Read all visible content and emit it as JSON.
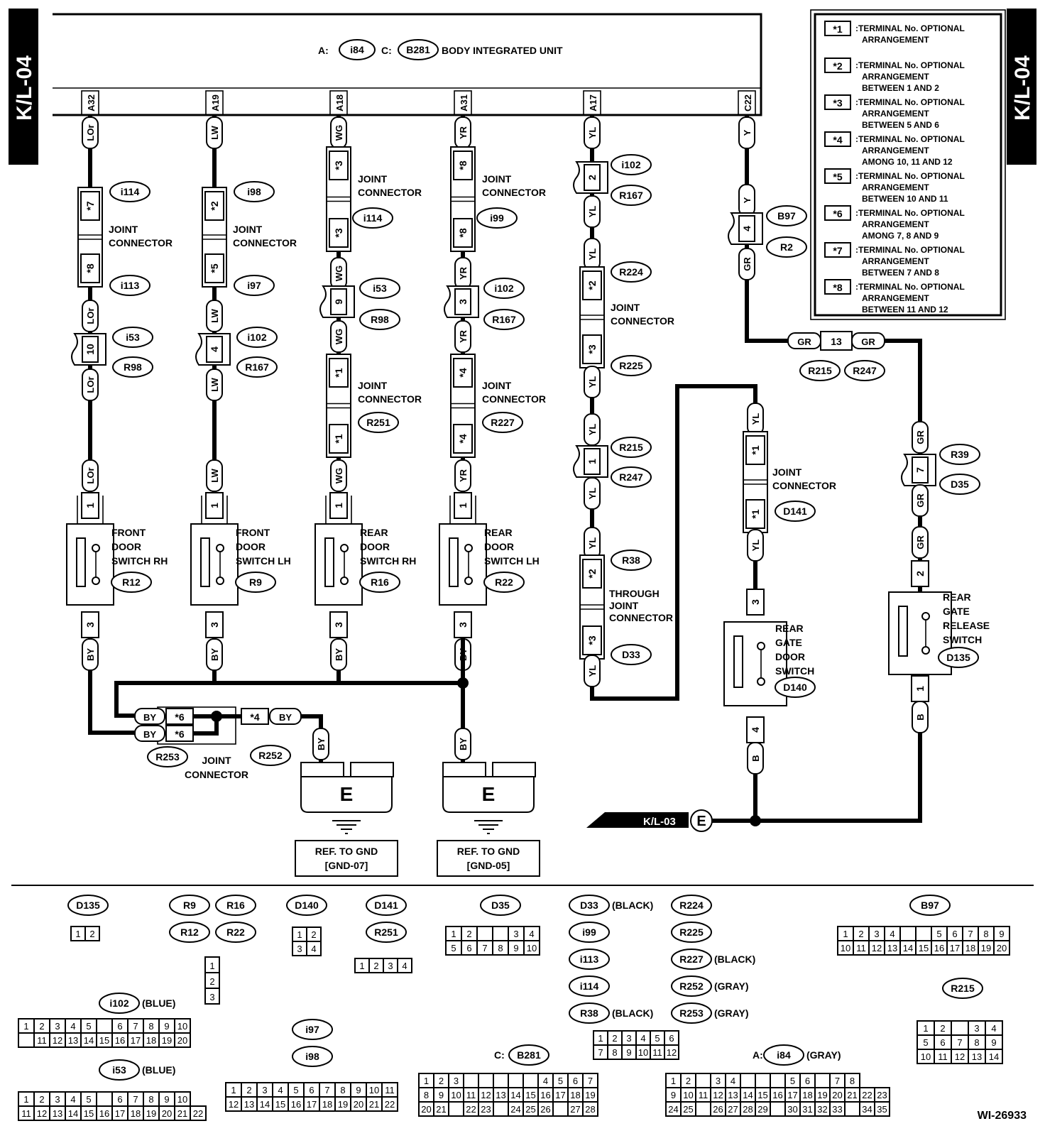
{
  "page": {
    "side_tag": "K/L-04",
    "figure_id": "WI-26933"
  },
  "unit": {
    "a_prefix": "A:",
    "a_conn": "i84",
    "c_prefix": "C:",
    "c_conn": "B281",
    "name": "BODY INTEGRATED UNIT"
  },
  "legend": [
    {
      "star": "*1",
      "text": [
        "TERMINAL No. OPTIONAL",
        "ARRANGEMENT"
      ]
    },
    {
      "star": "*2",
      "text": [
        "TERMINAL No. OPTIONAL",
        "ARRANGEMENT",
        "BETWEEN 1 AND 2"
      ]
    },
    {
      "star": "*3",
      "text": [
        "TERMINAL No. OPTIONAL",
        "ARRANGEMENT",
        "BETWEEN 5 AND 6"
      ]
    },
    {
      "star": "*4",
      "text": [
        "TERMINAL No. OPTIONAL",
        "ARRANGEMENT",
        "AMONG 10, 11 AND 12"
      ]
    },
    {
      "star": "*5",
      "text": [
        "TERMINAL No. OPTIONAL",
        "ARRANGEMENT",
        "BETWEEN 10 AND 11"
      ]
    },
    {
      "star": "*6",
      "text": [
        "TERMINAL No. OPTIONAL",
        "ARRANGEMENT",
        "AMONG 7, 8 AND 9"
      ]
    },
    {
      "star": "*7",
      "text": [
        "TERMINAL No. OPTIONAL",
        "ARRANGEMENT",
        "BETWEEN 7 AND 8"
      ]
    },
    {
      "star": "*8",
      "text": [
        "TERMINAL No. OPTIONAL",
        "ARRANGEMENT",
        "BETWEEN 11 AND 12"
      ]
    }
  ],
  "circuits": [
    {
      "pin": "A32",
      "top_color": "LOr",
      "jc_top": "*7",
      "jc_bot": "*8",
      "jc_top_id": "i114",
      "jc_bot_id": "i113",
      "jc_label": "JOINT CONNECTOR",
      "mid_color": "LOr",
      "inline_pin": "10",
      "inline_a": "i53",
      "inline_b": "R98",
      "sw_color": "LOr",
      "switch": "FRONT DOOR SWITCH RH",
      "switch_id": "R12",
      "ground_pin": "3",
      "ground_color": "BY"
    },
    {
      "pin": "A19",
      "top_color": "LW",
      "jc_top": "*2",
      "jc_bot": "*5",
      "jc_top_id": "i98",
      "jc_bot_id": "i97",
      "jc_label": "JOINT CONNECTOR",
      "mid_color": "LW",
      "inline_pin": "4",
      "inline_a": "i102",
      "inline_b": "R167",
      "sw_color": "LW",
      "switch": "FRONT DOOR SWITCH LH",
      "switch_id": "R9",
      "ground_pin": "3",
      "ground_color": "BY"
    },
    {
      "pin": "A18",
      "top_color": "WG",
      "jc_top": "*3",
      "jc_bot": "*3",
      "jc_id": "i114",
      "jc_label": "JOINT CONNECTOR",
      "mid_color": "WG",
      "inline_pin": "9",
      "inline_a": "i53",
      "inline_b": "R98",
      "jc2_top": "*1",
      "jc2_bot": "*1",
      "jc2_id": "R251",
      "sw_color": "WG",
      "switch": "REAR DOOR SWITCH RH",
      "switch_id": "R16",
      "ground_pin": "3",
      "ground_color": "BY"
    },
    {
      "pin": "A31",
      "top_color": "YR",
      "jc_top": "*8",
      "jc_bot": "*8",
      "jc_id": "i99",
      "jc_label": "JOINT CONNECTOR",
      "mid_color": "YR",
      "inline_pin": "3",
      "inline_a": "i102",
      "inline_b": "R167",
      "jc2_top": "*4",
      "jc2_bot": "*4",
      "jc2_id": "R227",
      "sw_color": "YR",
      "switch": "REAR DOOR SWITCH LH",
      "switch_id": "R22",
      "ground_pin": "3",
      "ground_color": "BY"
    }
  ],
  "yl_circuit": {
    "pin": "A17",
    "color": "YL",
    "c1_pin": "2",
    "c1_a": "i102",
    "c1_b": "R167",
    "jc_top": "*2",
    "jc_bot": "*3",
    "jc_a": "R224",
    "jc_b": "R225",
    "jc_label": "JOINT CONNECTOR",
    "c2_pin": "1",
    "c2_a": "R215",
    "c2_b": "R247",
    "tjc_top": "*2",
    "tjc_bot": "*3",
    "tjc_a": "R38",
    "tjc_b": "D33",
    "tjc_label": "THROUGH JOINT CONNECTOR"
  },
  "y_circuit": {
    "pin": "C22",
    "color": "Y",
    "c1_pin": "4",
    "c1_a": "B97",
    "c1_b": "R2",
    "color2": "GR",
    "c2_pin": "13",
    "c2_a": "R215",
    "c2_b": "R247",
    "c3_pin": "7",
    "c3_a": "R39",
    "c3_b": "D35",
    "sw_pin": "2",
    "switch": "REAR GATE RELEASE SWITCH",
    "switch_id": "D135",
    "gnd_pin": "1",
    "gnd_color": "B"
  },
  "gate_door": {
    "color": "YL",
    "jc_top": "*1",
    "jc_bot": "*1",
    "jc_id": "D141",
    "jc_label": "JOINT CONNECTOR",
    "sw_pin": "3",
    "switch": "REAR GATE DOOR SWITCH",
    "switch_id": "D140",
    "gnd_pin": "4",
    "gnd_color": "B"
  },
  "ground_jc": {
    "color": "BY",
    "s1": "*6",
    "s2": "*6",
    "s3": "*4",
    "id_a": "R253",
    "id_b": "R252",
    "label": "JOINT CONNECTOR"
  },
  "grounds": [
    {
      "letter": "E",
      "ref": "REF. TO GND",
      "gnd": "[GND-07]"
    },
    {
      "letter": "E",
      "ref": "REF. TO GND",
      "gnd": "[GND-05]"
    }
  ],
  "kl03": {
    "label": "K/L-03",
    "letter": "E"
  },
  "connectors": {
    "d135": "D135",
    "r9": "R9",
    "r16": "R16",
    "r12": "R12",
    "r22": "R22",
    "d140": "D140",
    "d141": "D141",
    "r251": "R251",
    "d35": "D35",
    "d33": "D33",
    "d33_note": "(BLACK)",
    "i99": "i99",
    "i113": "i113",
    "i114": "i114",
    "r38": "R38",
    "r38_note": "(BLACK)",
    "r224": "R224",
    "r225": "R225",
    "r227": "R227",
    "r227_note": "(BLACK)",
    "r252": "R252",
    "r252_note": "(GRAY)",
    "r253": "R253",
    "r253_note": "(GRAY)",
    "b97": "B97",
    "r215": "R215",
    "i102": "i102",
    "i102_note": "(BLUE)",
    "i53": "i53",
    "i53_note": "(BLUE)",
    "i97": "i97",
    "i98": "i98",
    "b281_prefix": "C:",
    "b281": "B281",
    "i84_prefix": "A:",
    "i84": "i84",
    "i84_note": "(GRAY)"
  }
}
